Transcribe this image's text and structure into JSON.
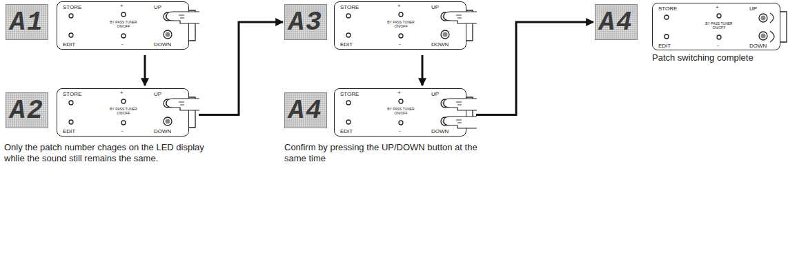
{
  "diagram": {
    "nodes": [
      {
        "text": [
          "A1"
        ]
      },
      {
        "text": [
          "STORE",
          "+",
          "UP",
          "BY PASS TUNER ON/OFF",
          "EDIT",
          "-",
          "DOWN"
        ]
      },
      {
        "text": [
          "A2"
        ]
      },
      {
        "text": [
          "STORE",
          "+",
          "UP",
          "BY PASS TUNER ON/OFF",
          "EDIT",
          "-",
          "DOWN"
        ]
      },
      {
        "text": [
          "A3"
        ]
      },
      {
        "text": [
          "STORE",
          "+",
          "UP",
          "BY PASS TUNER ON/OFF",
          "EDIT",
          "-",
          "DOWN"
        ]
      },
      {
        "text": [
          "A4"
        ]
      },
      {
        "text": [
          "STORE",
          "+",
          "UP",
          "BY PASS TUNER ON/OFF",
          "EDIT",
          "-",
          "DOWN"
        ]
      },
      {
        "text": [
          "A4"
        ]
      },
      {
        "text": [
          "STORE",
          "+",
          "UP",
          "BY PASS TUNER ON/OFF",
          "EDIT",
          "-",
          "DOWN"
        ]
      }
    ],
    "edges": [
      {
        "from": 1,
        "to": 3,
        "arrow": "to"
      },
      {
        "from": 3,
        "to": 4,
        "arrow": "to"
      },
      {
        "from": 5,
        "to": 7,
        "arrow": "to"
      },
      {
        "from": 7,
        "to": 8,
        "arrow": "to"
      }
    ],
    "labels": [
      "Only the patch number chages on the LED display whlie the sound still remains the same.",
      "Confirm by pressing the UP/DOWN button at the same time",
      "Patch switching complete"
    ]
  }
}
